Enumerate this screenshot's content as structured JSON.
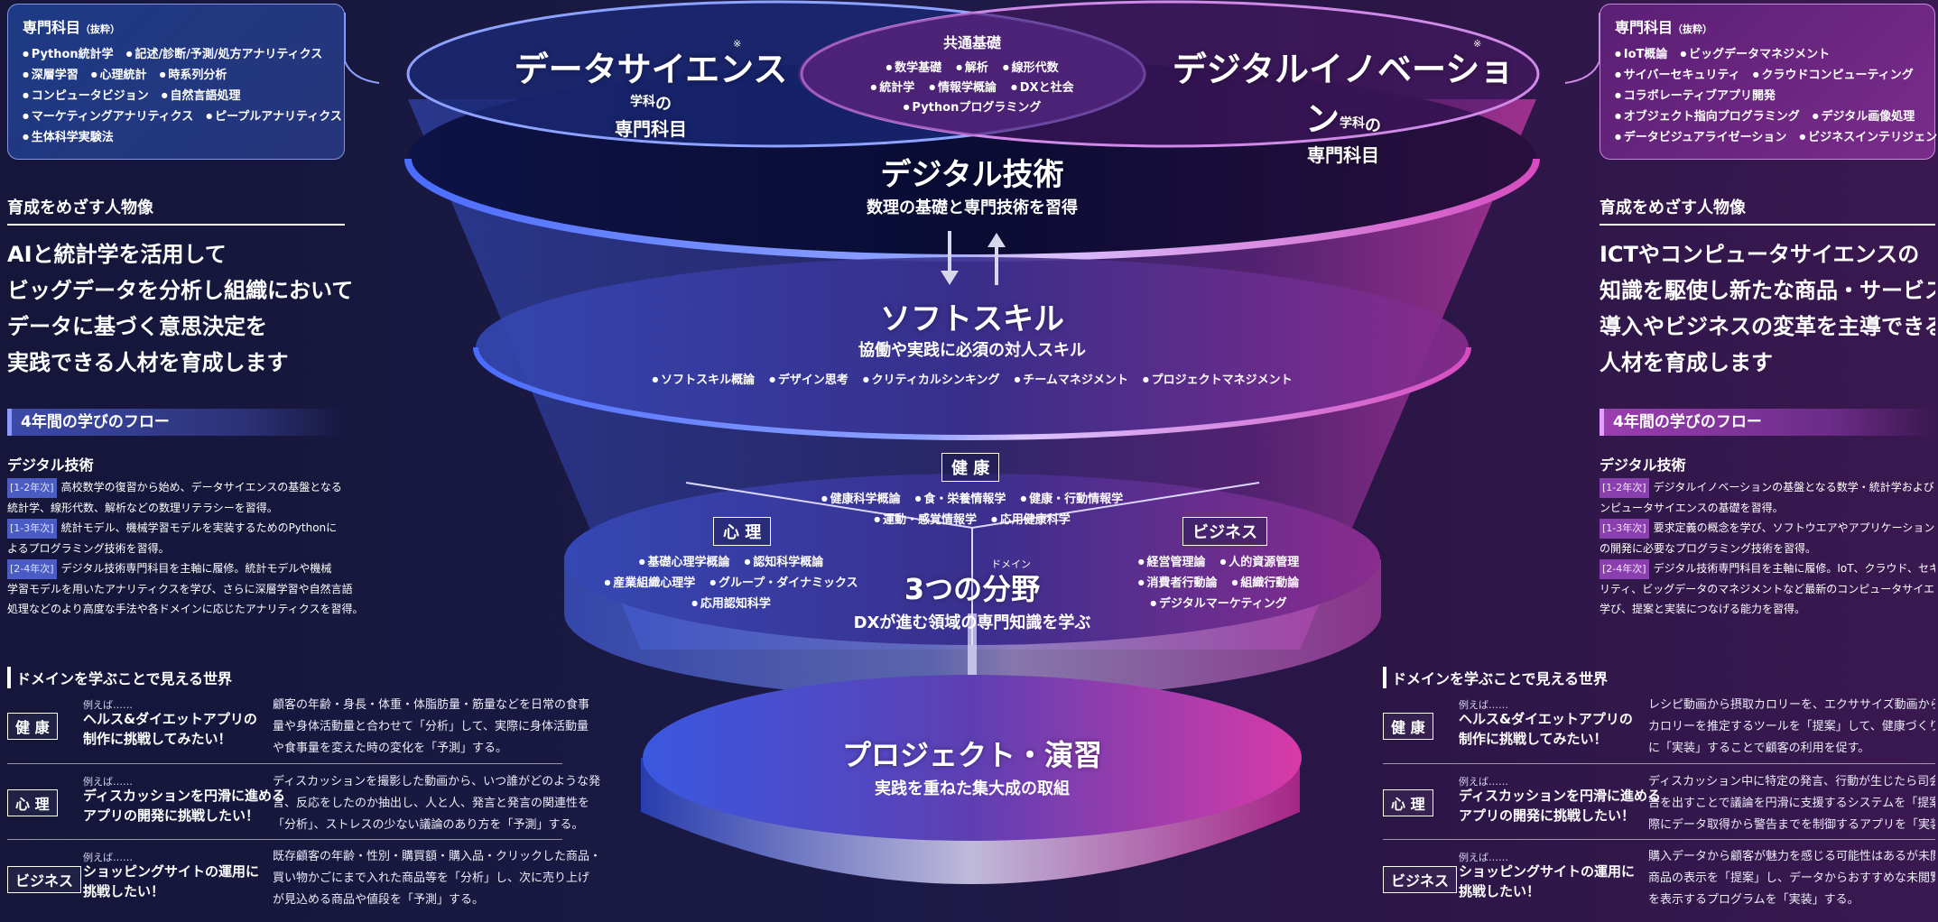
{
  "left": {
    "subjects_title": "専門科目",
    "subjects_title_note": "（抜粋）",
    "subjects": [
      [
        "Python統計学",
        "記述/診断/予測/処方アナリティクス"
      ],
      [
        "深層学習",
        "心理統計",
        "時系列分析"
      ],
      [
        "コンピュータビジョン",
        "自然言語処理"
      ],
      [
        "マーケティングアナリティクス",
        "ピープルアナリティクス"
      ],
      [
        "生体科学実験法"
      ]
    ],
    "goal_heading": "育成をめざす人物像",
    "goal_lines": [
      "AIと統計学を活用して",
      "ビッグデータを分析し組織において",
      "データに基づく意思決定を",
      "実践できる人材を育成します"
    ],
    "flow_heading": "4年間の学びのフロー",
    "flow_sub": "デジタル技術",
    "flow_items": [
      {
        "year": "1-2年次",
        "text": "高校数学の復習から始め、データサイエンスの基盤となる"
      },
      {
        "year": "",
        "text": "統計学、線形代数、解析などの数理リテラシーを習得。"
      },
      {
        "year": "1-3年次",
        "text": "統計モデル、機械学習モデルを実装するためのPythonに"
      },
      {
        "year": "",
        "text": "よるプログラミング技術を習得。"
      },
      {
        "year": "2-4年次",
        "text": "デジタル技術専門科目を主軸に履修。統計モデルや機械"
      },
      {
        "year": "",
        "text": "学習モデルを用いたアナリティクスを学び、さらに深層学習や自然言語"
      },
      {
        "year": "",
        "text": "処理などのより高度な手法や各ドメインに応じたアナリティクスを習得。"
      }
    ],
    "domain_heading": "ドメインを学ぶことで見える世界",
    "domains": [
      {
        "tag": "健 康",
        "ex": "例えば……",
        "title": [
          "ヘルス&ダイエットアプリの",
          "制作に挑戦してみたい！"
        ],
        "desc": [
          "顧客の年齢・身長・体重・体脂肪量・筋量などを日常の食事",
          "量や身体活動量と合わせて「分析」して、実際に身体活動量",
          "や食事量を変えた時の変化を「予測」する。"
        ]
      },
      {
        "tag": "心 理",
        "ex": "例えば……",
        "title": [
          "ディスカッションを円滑に進める",
          "アプリの開発に挑戦したい！"
        ],
        "desc": [
          "ディスカッションを撮影した動画から、いつ誰がどのような発",
          "言、反応をしたのか抽出し、人と人、発言と発言の関連性を",
          "「分析」、ストレスの少ない議論のあり方を「予測」する。"
        ]
      },
      {
        "tag": "ビジネス",
        "ex": "例えば……",
        "title": [
          "ショッピングサイトの運用に",
          "挑戦したい！"
        ],
        "desc": [
          "既存顧客の年齢・性別・購買額・購入品・クリックした商品・",
          "買い物かごにまで入れた商品等を「分析」し、次に売り上げ",
          "が見込める商品や値段を「予測」する。"
        ]
      }
    ]
  },
  "right": {
    "subjects_title": "専門科目",
    "subjects_title_note": "（抜粋）",
    "subjects": [
      [
        "IoT概論",
        "ビッグデータマネジメント"
      ],
      [
        "サイバーセキュリティ",
        "クラウドコンピューティング"
      ],
      [
        "コラボレーティブアプリ開発"
      ],
      [
        "オブジェクト指向プログラミング",
        "デジタル画像処理"
      ],
      [
        "データビジュアライゼーション",
        "ビジネスインテリジェンス"
      ]
    ],
    "goal_heading": "育成をめざす人物像",
    "goal_lines": [
      "ICTやコンピュータサイエンスの",
      "知識を駆使し新たな商品・サービスの",
      "導入やビジネスの変革を主導できる",
      "人材を育成します"
    ],
    "flow_heading": "4年間の学びのフロー",
    "flow_sub": "デジタル技術",
    "flow_items": [
      {
        "year": "1-2年次",
        "text": "デジタルイノベーションの基盤となる数学・統計学およびコ"
      },
      {
        "year": "",
        "text": "ンピュータサイエンスの基礎を習得。"
      },
      {
        "year": "1-3年次",
        "text": "要求定義の概念を学び、ソフトウエアやアプリケーション"
      },
      {
        "year": "",
        "text": "の開発に必要なプログラミング技術を習得。"
      },
      {
        "year": "2-4年次",
        "text": "デジタル技術専門科目を主軸に履修。IoT、クラウド、セキュ"
      },
      {
        "year": "",
        "text": "リティ、ビッグデータのマネジメントなど最新のコンピュータサイエンスを"
      },
      {
        "year": "",
        "text": "学び、提案と実装につなげる能力を習得。"
      }
    ],
    "domain_heading": "ドメインを学ぶことで見える世界",
    "domains": [
      {
        "tag": "健 康",
        "ex": "例えば……",
        "title": [
          "ヘルス&ダイエットアプリの",
          "制作に挑戦してみたい！"
        ],
        "desc": [
          "レシピ動画から摂取カロリーを、エクササイズ動画から消費",
          "カロリーを推定するツールを「提案」して、健康づくりアプリ",
          "に「実装」することで顧客の利用を促す。"
        ]
      },
      {
        "tag": "心 理",
        "ex": "例えば……",
        "title": [
          "ディスカッションを円滑に進める",
          "アプリの開発に挑戦したい！"
        ],
        "desc": [
          "ディスカッション中に特定の発言、行動が生じたら司会役に警",
          "告を出すことで議論を円滑に支援するシステムを「提案」、実",
          "際にデータ取得から警告までを制御するアプリを「実装」する。"
        ]
      },
      {
        "tag": "ビジネス",
        "ex": "例えば……",
        "title": [
          "ショッピングサイトの運用に",
          "挑戦したい！"
        ],
        "desc": [
          "購入データから顧客が魅力を感じる可能性はあるが未閲覧",
          "商品の表示を「提案」し、データからおすすめな未閲覧商品",
          "を表示するプログラムを「実装」する。"
        ]
      }
    ]
  },
  "funnel": {
    "ds_title": "データサイエンス",
    "ds_gakka": "学科",
    "ds_no": "の",
    "ds_sub": "専門科目",
    "di_title": "デジタルイノベーション",
    "di_gakka": "学科",
    "di_no": "の",
    "di_sub": "専門科目",
    "asterisk": "※",
    "common_title": "共通基礎",
    "common_rows": [
      [
        "数学基礎",
        "解析",
        "線形代数"
      ],
      [
        "統計学",
        "情報学概論",
        "DXと社会"
      ],
      [
        "Pythonプログラミング"
      ]
    ],
    "digital_title": "デジタル技術",
    "digital_sub": "数理の基礎と専門技術を習得",
    "soft_title": "ソフトスキル",
    "soft_sub": "協働や実践に必須の対人スキル",
    "soft_items": [
      "ソフトスキル概論",
      "デザイン思考",
      "クリティカルシンキング",
      "チームマネジメント",
      "プロジェクトマネジメント"
    ],
    "fields_title": "3つの分野",
    "fields_ruby": "ドメイン",
    "fields_sub": "DXが進む領域の専門知識を学ぶ",
    "health_tag": "健 康",
    "health_rows": [
      [
        "健康科学概論",
        "食・栄養情報学",
        "健康・行動情報学"
      ],
      [
        "運動・感覚情報学",
        "応用健康科学"
      ]
    ],
    "psych_tag": "心 理",
    "psych_rows": [
      [
        "基礎心理学概論",
        "認知科学概論"
      ],
      [
        "産業組織心理学",
        "グループ・ダイナミックス"
      ],
      [
        "応用認知科学"
      ]
    ],
    "biz_tag": "ビジネス",
    "biz_rows": [
      [
        "経営管理論",
        "人的資源管理"
      ],
      [
        "消費者行動論",
        "組織行動論"
      ],
      [
        "デジタルマーケティング"
      ]
    ],
    "project_title": "プロジェクト・演習",
    "project_sub": "実践を重ねた集大成の取組"
  },
  "colors": {
    "blue": "#4a6cff",
    "magenta": "#c03aa0",
    "navy": "#15163a"
  }
}
